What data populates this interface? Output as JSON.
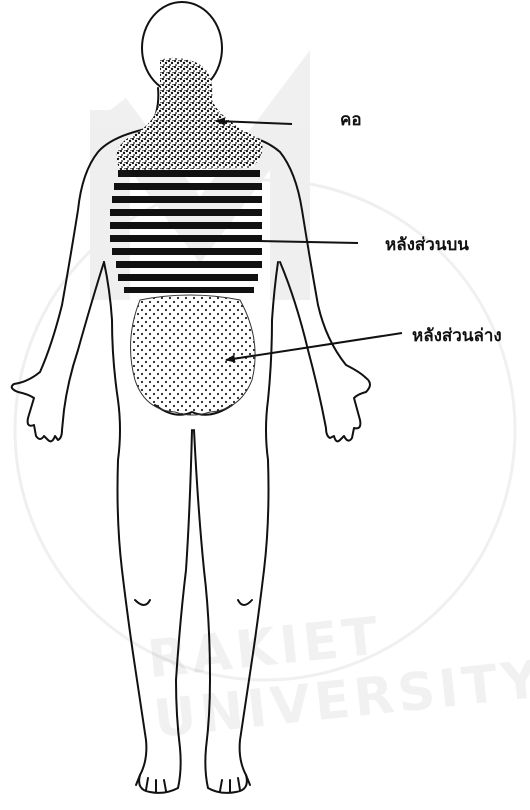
{
  "labels": {
    "neck": "คอ",
    "upper_back": "หลังส่วนบน",
    "lower_back": "หลังส่วนล่าง"
  },
  "watermark": {
    "text": "RAKIET UNIVERSITY"
  },
  "colors": {
    "line": "#111111",
    "background": "#ffffff"
  }
}
